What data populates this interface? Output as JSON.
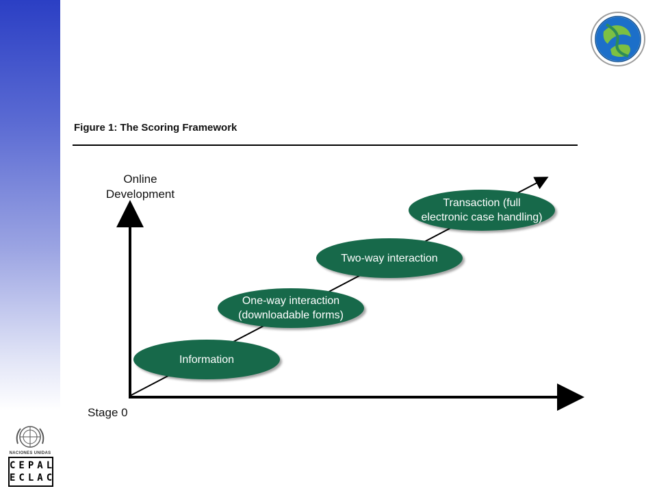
{
  "figure": {
    "title": "Figure 1: The Scoring Framework"
  },
  "axes": {
    "y_label": "Online\nDevelopment",
    "x_label": "Stage 0"
  },
  "stages": [
    {
      "label": "Information"
    },
    {
      "label": "One-way interaction\n(downloadable forms)"
    },
    {
      "label": "Two-way interaction"
    },
    {
      "label": "Transaction (full\nelectronic case handling)"
    }
  ],
  "colors": {
    "stage_fill": "#17694a",
    "sidebar_top": "#2b3fc4",
    "axis": "#000000"
  },
  "logos": {
    "un_caption": "NACIONES UNIDAS",
    "cepal_line1": "CEPAL",
    "cepal_line2": "ECLAC"
  }
}
